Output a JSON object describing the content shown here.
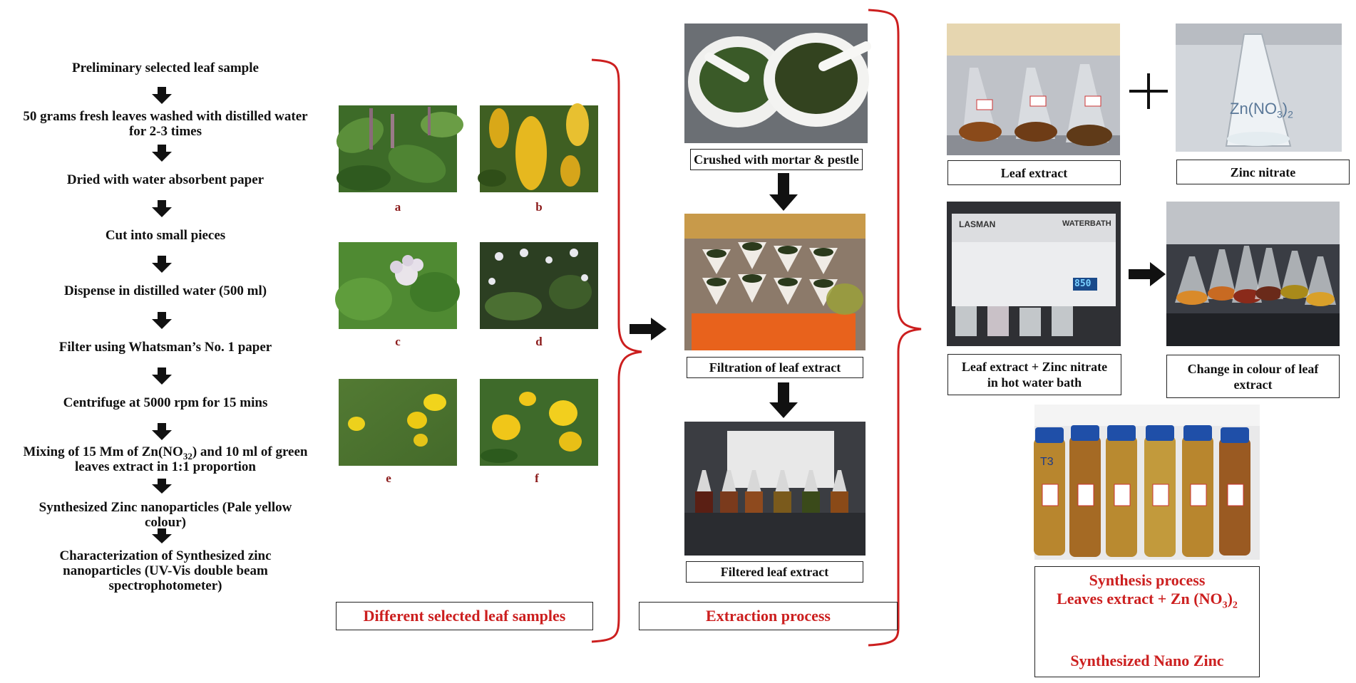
{
  "steps": [
    "Preliminary selected leaf sample",
    "50 grams fresh leaves washed with distilled water",
    "for 2-3 times",
    "Dried with water absorbent paper",
    "Cut into small pieces",
    "Dispense in distilled water (500 ml)",
    "Filter using Whatsman’s No. 1 paper",
    "Centrifuge at 5000 rpm for 15 mins",
    "Mixing of 15 Mm of Zn(NO",
    ") and 10 ml of green",
    "leaves extract in 1:1 proportion",
    "Synthesized Zinc nanoparticles (Pale yellow",
    "colour)",
    "Characterization of Synthesized zinc",
    "nanoparticles (UV-Vis double beam",
    "spectrophotometer)"
  ],
  "sub": {
    "three": "3",
    "two": "2"
  },
  "samples": {
    "labels": [
      "a",
      "b",
      "c",
      "d",
      "e",
      "f"
    ],
    "box_label": "Different selected leaf samples"
  },
  "extraction": {
    "crushed": "Crushed with mortar & pestle",
    "filtration": "Filtration of leaf extract",
    "filtered": "Filtered leaf extract",
    "box_label": "Extraction process"
  },
  "synthesis": {
    "leaf_extract": "Leaf extract",
    "zinc_nitrate": "Zinc nitrate",
    "bath_line1": "Leaf extract + Zinc nitrate",
    "bath_line2": "in hot water bath",
    "colour_line1": "Change in colour of leaf",
    "colour_line2": "extract",
    "flask_label": "Zn(NO",
    "flask_label_end": ")",
    "waterbath_brand": "LASMAN",
    "waterbath_text": "WATERBATH",
    "display_value": "850",
    "tube_label": "T3",
    "process_title": "Synthesis process",
    "process_formula": "Leaves extract + Zn (NO",
    "process_formula_end": ")",
    "process_result": "Synthesized Nano Zinc"
  },
  "colors": {
    "accent_red": "#cc1f1f",
    "caption_red": "#8b1a1a"
  }
}
